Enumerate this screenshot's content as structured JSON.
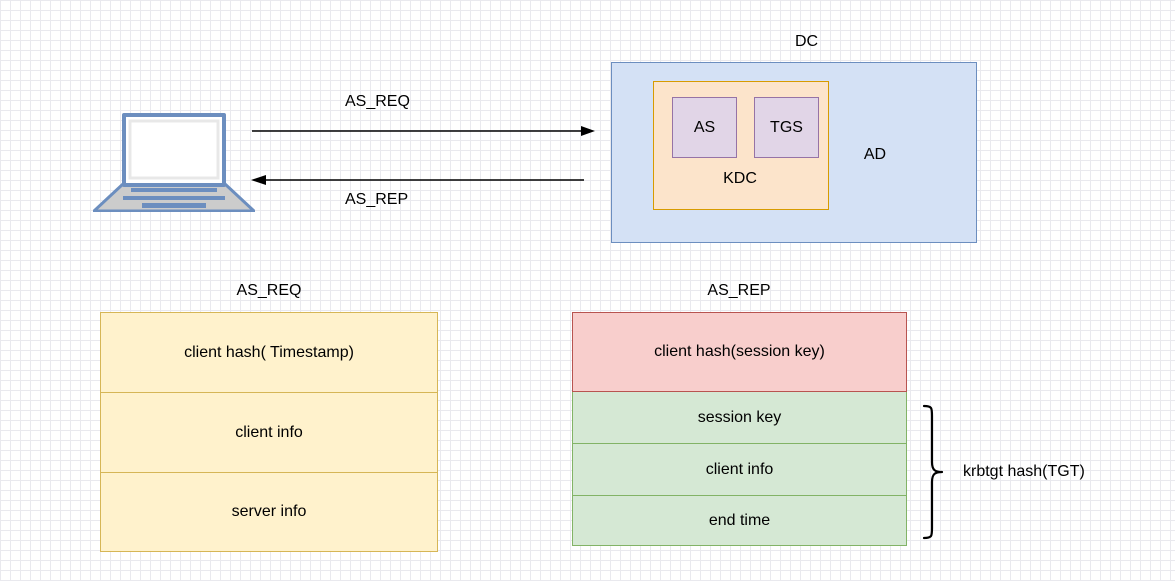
{
  "diagram": {
    "title_dc": "DC",
    "ad_label": "AD",
    "kdc_label": "KDC",
    "as_label": "AS",
    "tgs_label": "TGS",
    "client_icon": "laptop-icon",
    "flows": [
      {
        "name": "as-req-arrow",
        "label": "AS_REQ",
        "direction": "client-to-dc"
      },
      {
        "name": "as-rep-arrow",
        "label": "AS_REP",
        "direction": "dc-to-client"
      }
    ],
    "colors": {
      "ad_fill": "#d4e1f5",
      "ad_stroke": "#6c8ebf",
      "kdc_fill": "#fce4cb",
      "kdc_stroke": "#d79b00",
      "as_fill": "#e1d5e7",
      "as_stroke": "#9673a6",
      "req_fill": "#fff2cc",
      "req_stroke": "#d6b656",
      "rep_enc_fill": "#f8cecc",
      "rep_enc_stroke": "#b85450",
      "rep_tgt_fill": "#d5e8d4",
      "rep_tgt_stroke": "#82b366",
      "laptop_outline": "#6c8ebf",
      "laptop_base": "#cccccc"
    }
  },
  "as_req_packet": {
    "title": "AS_REQ",
    "rows": [
      "client hash( Timestamp)",
      "client info",
      "server info"
    ]
  },
  "as_rep_packet": {
    "title": "AS_REP",
    "encrypted_row": "client hash(session key)",
    "tgt_rows": [
      "session key",
      "client info",
      "end time"
    ],
    "brace_label": "krbtgt hash(TGT)"
  }
}
